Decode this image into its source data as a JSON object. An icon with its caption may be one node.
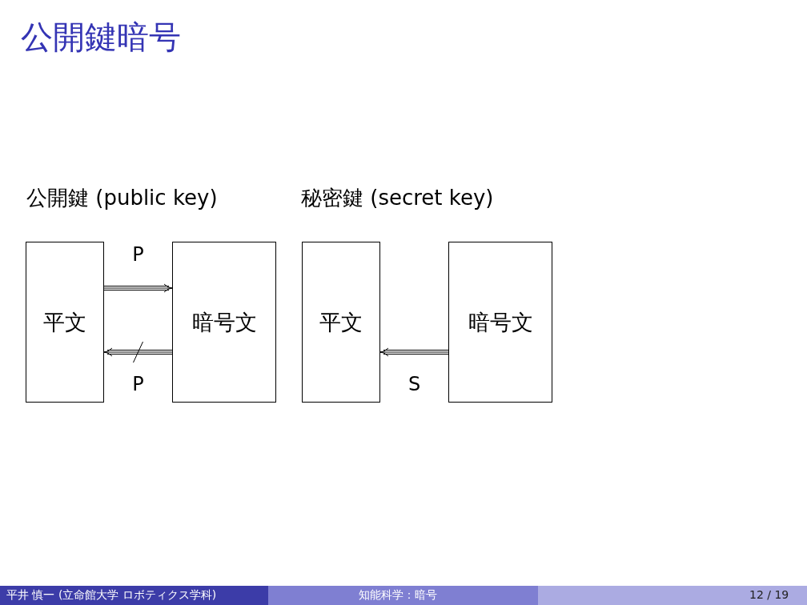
{
  "diagram": {
    "title": "公開鍵暗号",
    "nodes": [
      {
        "text": [
          "平文"
        ]
      },
      {
        "text": [
          "暗号文"
        ]
      },
      {
        "text": [
          "平文"
        ]
      },
      {
        "text": [
          "暗号文"
        ]
      }
    ],
    "edges": [
      {
        "from": 0,
        "to": 1,
        "arrow": "to",
        "label": "P"
      },
      {
        "from": 1,
        "to": 0,
        "arrow": "to",
        "label": "P"
      },
      {
        "from": 3,
        "to": 2,
        "arrow": "to",
        "label": "S"
      }
    ],
    "labels": [
      "公開鍵 (public key)",
      "秘密鍵 (secret key)",
      "平井 慎一 (立命館大学 ロボティクス学科)",
      "知能科学：暗号",
      "12 / 19"
    ]
  }
}
